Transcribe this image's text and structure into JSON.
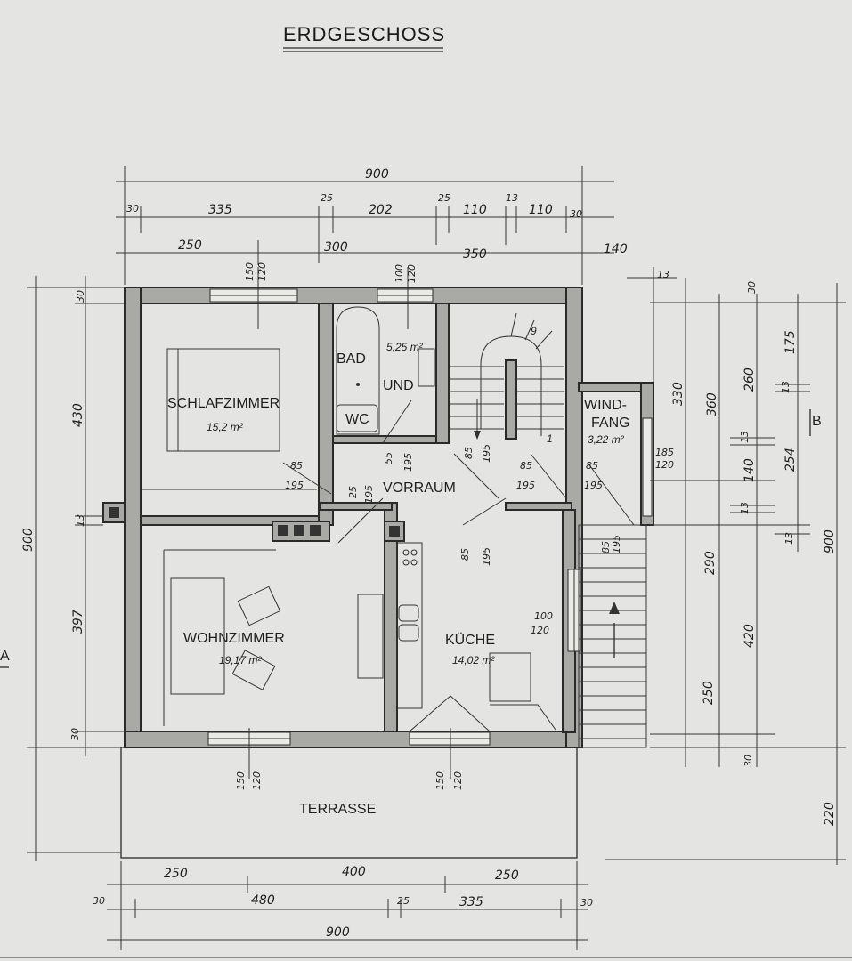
{
  "title": "ERDGESCHOSS",
  "rooms": {
    "schlafzimmer": {
      "name": "SCHLAFZIMMER",
      "area": "15,2 m²"
    },
    "bad": {
      "name1": "BAD",
      "name2": "UND",
      "area": "5,25 m²",
      "wc": "WC"
    },
    "windfang": {
      "name1": "WIND-",
      "name2": "FANG",
      "area": "3,22 m²"
    },
    "vorraum": {
      "name": "VORRAUM"
    },
    "wohnzimmer": {
      "name": "WOHNZIMMER",
      "area": "19,17 m²"
    },
    "kueche": {
      "name": "KÜCHE",
      "area": "14,02 m²"
    },
    "terrasse": {
      "name": "TERRASSE"
    }
  },
  "stair_step_label": "9",
  "stair_landing_label": "1",
  "section_label": "B",
  "section_label_left": "A",
  "dims_top": {
    "total": "900",
    "row1": [
      "30",
      "335",
      "25",
      "202",
      "25",
      "110",
      "13",
      "110",
      "30"
    ],
    "row2": [
      "250",
      "300",
      "350",
      "140"
    ],
    "right_13": "13"
  },
  "dims_bottom": {
    "row1": [
      "250",
      "400",
      "250"
    ],
    "row2": [
      "30",
      "480",
      "25",
      "335",
      "30"
    ],
    "total": "900"
  },
  "dims_left": {
    "total": "900",
    "parts": [
      "30",
      "430",
      "13",
      "397",
      "30"
    ]
  },
  "dims_right": {
    "a": [
      "330",
      "290",
      "250"
    ],
    "b": [
      "360",
      "420",
      "30"
    ],
    "c": [
      "30",
      "260",
      "140",
      "13"
    ],
    "d": [
      "175",
      "13",
      "254",
      "13",
      "13"
    ],
    "total": "900",
    "terrace": "220"
  },
  "openings": {
    "win_schlaf_top": [
      "150",
      "120"
    ],
    "win_bad_top": [
      "100",
      "120"
    ],
    "door_schlaf": [
      "85",
      "195"
    ],
    "door_bad": [
      "55",
      "195"
    ],
    "door_wohn": [
      "25",
      "195"
    ],
    "door_stair": [
      "85",
      "195"
    ],
    "door_kueche": [
      "85",
      "195"
    ],
    "door_wf1": [
      "85",
      "195"
    ],
    "door_wf2": [
      "85",
      "195"
    ],
    "door_wf3": [
      "85",
      "195"
    ],
    "door_wf_ext": [
      "185",
      "120"
    ],
    "win_kueche_side": [
      "100",
      "120"
    ],
    "win_wohn_bottom": [
      "150",
      "120"
    ],
    "win_kueche_bottom": [
      "150",
      "120"
    ]
  }
}
